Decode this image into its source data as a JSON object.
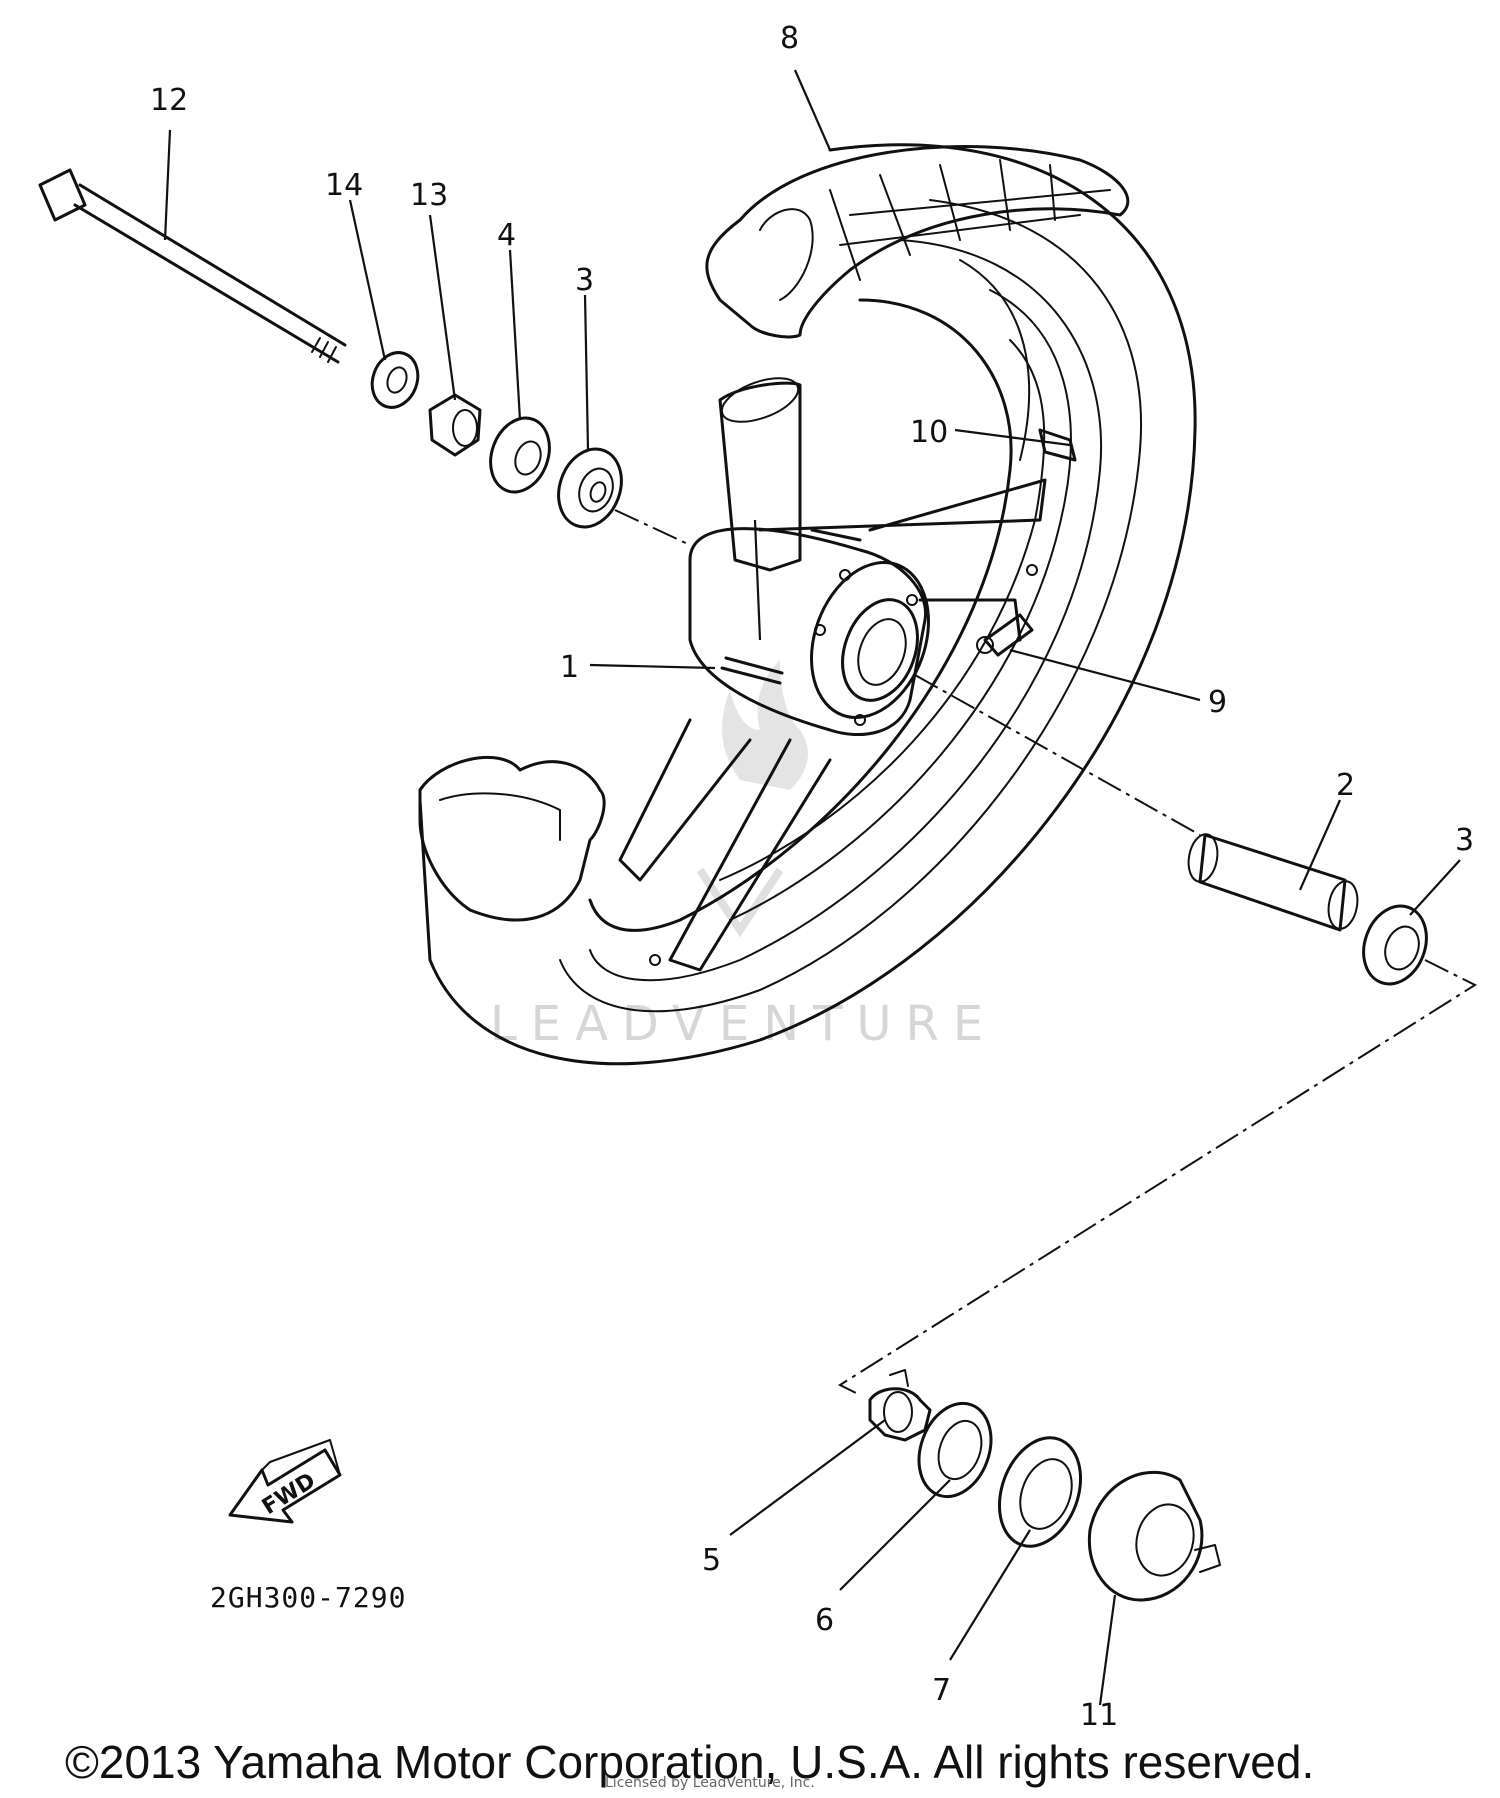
{
  "diagram": {
    "part_labels": {
      "p1": "1",
      "p2": "2",
      "p3a": "3",
      "p3b": "3",
      "p4": "4",
      "p5": "5",
      "p6": "6",
      "p7": "7",
      "p8": "8",
      "p9": "9",
      "p10": "10",
      "p11": "11",
      "p12": "12",
      "p13": "13",
      "p14": "14"
    },
    "fwd_arrow_text": "FWD",
    "reference_code": "2GH300-7290",
    "watermark_text": "LEADVENTURE",
    "licensed_text": "Licensed by LeadVenture, Inc.",
    "copyright": "©2013 Yamaha Motor Corporation, U.S.A. All rights reserved."
  }
}
